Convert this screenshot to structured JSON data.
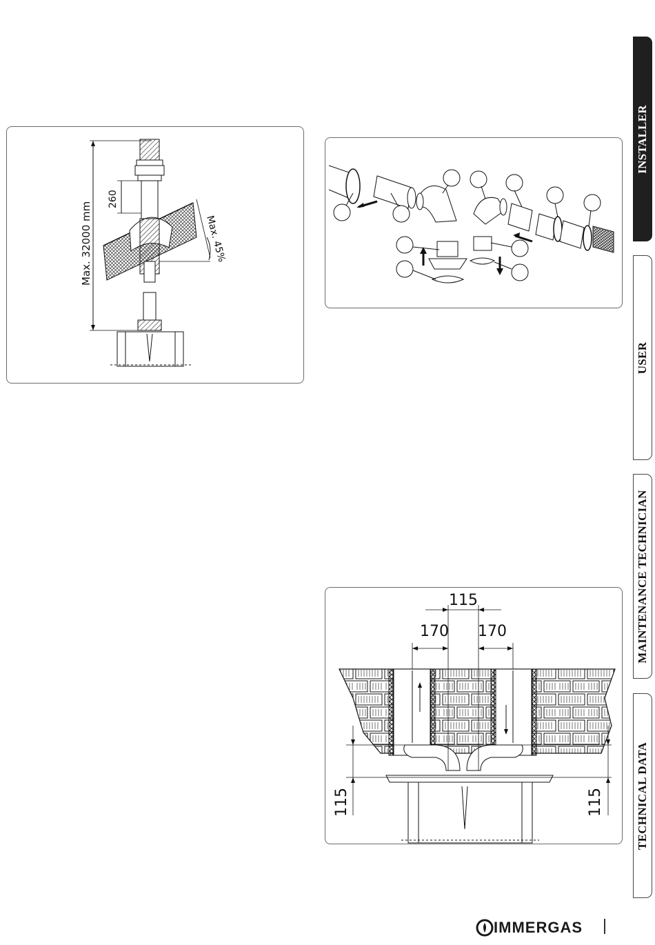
{
  "side_tabs": [
    {
      "label": "INSTALLER",
      "active": true
    },
    {
      "label": "USER",
      "active": false
    },
    {
      "label": "MAINTENANCE TECHNICIAN",
      "active": false
    },
    {
      "label": "TECHNICAL DATA",
      "active": false
    }
  ],
  "figure_vertical_flue": {
    "max_length_label": "Max. 32000 mm",
    "offset_label": "260",
    "slope_label": "Max. 45%"
  },
  "figure_separator_kit": {
    "callouts": [
      "",
      "",
      "",
      "",
      "",
      "",
      "",
      "",
      "",
      ""
    ]
  },
  "figure_separator_dimensions": {
    "top_dim": "115",
    "left_dim": "170",
    "right_dim": "170",
    "left_side_dim": "115",
    "right_side_dim": "115"
  },
  "footer": {
    "brand": "IMMERGAS"
  }
}
